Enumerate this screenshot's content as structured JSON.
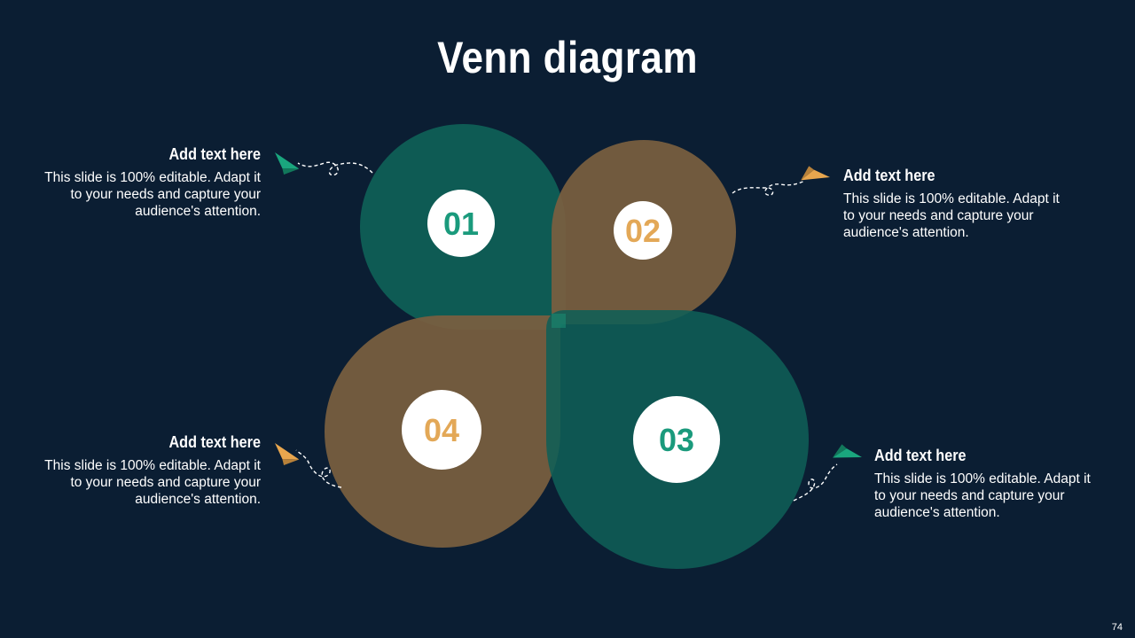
{
  "title": "Venn diagram",
  "page_number": "74",
  "colors": {
    "background": "#0b1e33",
    "teal": "#0f5f56",
    "brown": "#7a5f40",
    "teal_text": "#1a9a7c",
    "orange_text": "#e3a857",
    "arrow_teal": "#1aa67e",
    "arrow_orange": "#e8a64e"
  },
  "items": [
    {
      "number": "01",
      "heading": "Add text here",
      "text": "This slide is 100% editable. Adapt it to your needs and capture your audience's attention."
    },
    {
      "number": "02",
      "heading": "Add text here",
      "text": "This slide is 100% editable. Adapt it to your needs and capture your audience's attention."
    },
    {
      "number": "03",
      "heading": "Add text here",
      "text": "This slide is 100% editable. Adapt it to your needs and capture your audience's attention."
    },
    {
      "number": "04",
      "heading": "Add text here",
      "text": "This slide is 100% editable. Adapt it to your needs and capture your audience's attention."
    }
  ],
  "icons": {
    "arrow": "paper-plane-icon",
    "connector": "dashed-squiggle-line"
  }
}
